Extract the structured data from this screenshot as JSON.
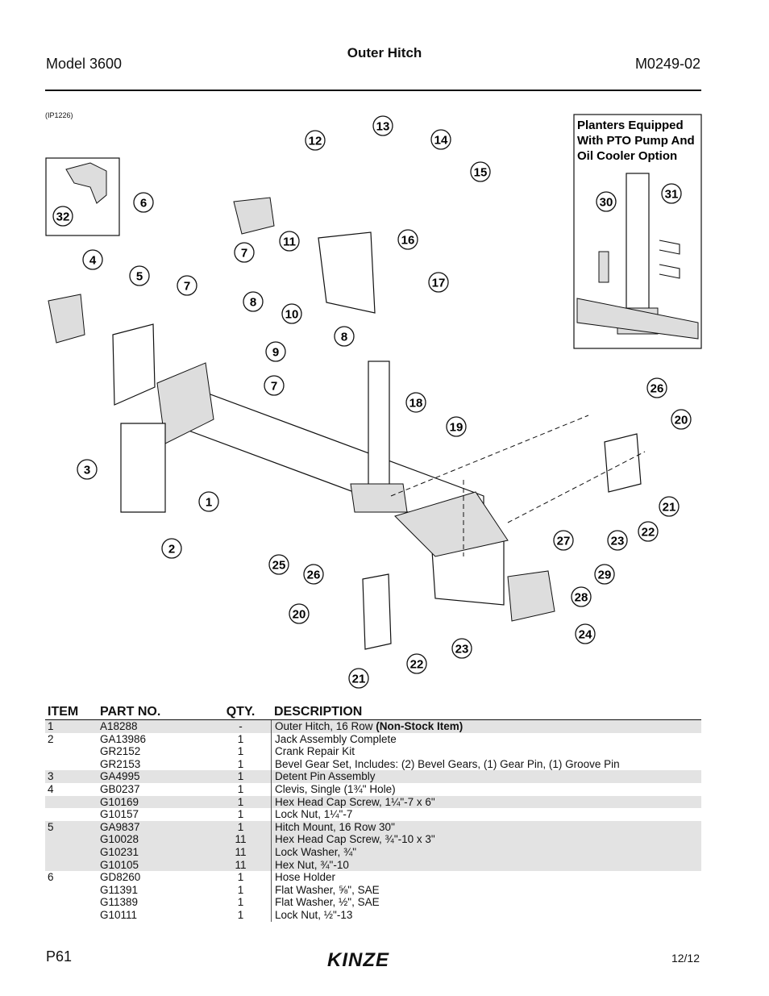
{
  "header": {
    "model": "Model 3600",
    "title": "Outer Hitch",
    "doc_number": "M0249-02"
  },
  "illustration": {
    "ref": "(IP1226)",
    "inset_label": [
      "Planters Equipped",
      "With PTO Pump And",
      "Oil Cooler Option"
    ],
    "callouts": [
      "1",
      "2",
      "3",
      "4",
      "5",
      "6",
      "7",
      "8",
      "9",
      "10",
      "11",
      "12",
      "13",
      "14",
      "15",
      "16",
      "17",
      "18",
      "19",
      "20",
      "21",
      "22",
      "23",
      "24",
      "25",
      "26",
      "27",
      "28",
      "29",
      "30",
      "31",
      "32"
    ]
  },
  "table": {
    "headers": {
      "item": "ITEM",
      "part": "PART NO.",
      "qty": "QTY.",
      "desc": "DESCRIPTION"
    },
    "rows": [
      {
        "item": "1",
        "parts": [
          "A18288"
        ],
        "qtys": [
          "-"
        ],
        "descs": [
          "Outer Hitch, 16 Row "
        ],
        "desc_bold": "(Non-Stock Item)",
        "shade": true
      },
      {
        "item": "2",
        "parts": [
          "GA13986",
          "GR2152",
          "GR2153"
        ],
        "qtys": [
          "1",
          "1",
          "1"
        ],
        "descs": [
          "Jack Assembly Complete",
          "Crank Repair Kit",
          "Bevel Gear Set, Includes: (2) Bevel Gears, (1) Gear Pin, (1) Groove Pin"
        ],
        "shade": false
      },
      {
        "item": "3",
        "parts": [
          "GA4995"
        ],
        "qtys": [
          "1"
        ],
        "descs": [
          "Detent Pin Assembly"
        ],
        "shade": true
      },
      {
        "item": "4",
        "parts": [
          "GB0237"
        ],
        "qtys": [
          "1"
        ],
        "descs": [
          "Clevis, Single (1¾\" Hole)"
        ],
        "shade": false
      },
      {
        "item": "",
        "parts": [
          "G10169"
        ],
        "qtys": [
          "1"
        ],
        "descs": [
          "Hex Head Cap Screw, 1¼\"-7 x 6\""
        ],
        "shade": true
      },
      {
        "item": "",
        "parts": [
          "G10157"
        ],
        "qtys": [
          "1"
        ],
        "descs": [
          "Lock Nut, 1¼\"-7"
        ],
        "shade": false
      },
      {
        "item": "5",
        "parts": [
          "GA9837",
          "G10028",
          "G10231",
          "G10105"
        ],
        "qtys": [
          "1",
          "11",
          "11",
          "11"
        ],
        "descs": [
          "Hitch Mount, 16 Row 30\"",
          "Hex Head Cap Screw, ¾\"-10 x 3\"",
          "Lock Washer, ¾\"",
          "Hex Nut, ¾\"-10"
        ],
        "shade": true
      },
      {
        "item": "6",
        "parts": [
          "GD8260",
          "G11391",
          "G11389",
          "G10111"
        ],
        "qtys": [
          "1",
          "1",
          "1",
          "1"
        ],
        "descs": [
          "Hose Holder",
          "Flat Washer, ⅝\", SAE",
          "Flat Washer, ½\", SAE",
          "Lock Nut, ½\"-13"
        ],
        "shade": false
      }
    ]
  },
  "footer": {
    "page": "P61",
    "brand": "KINZE",
    "date": "12/12"
  }
}
